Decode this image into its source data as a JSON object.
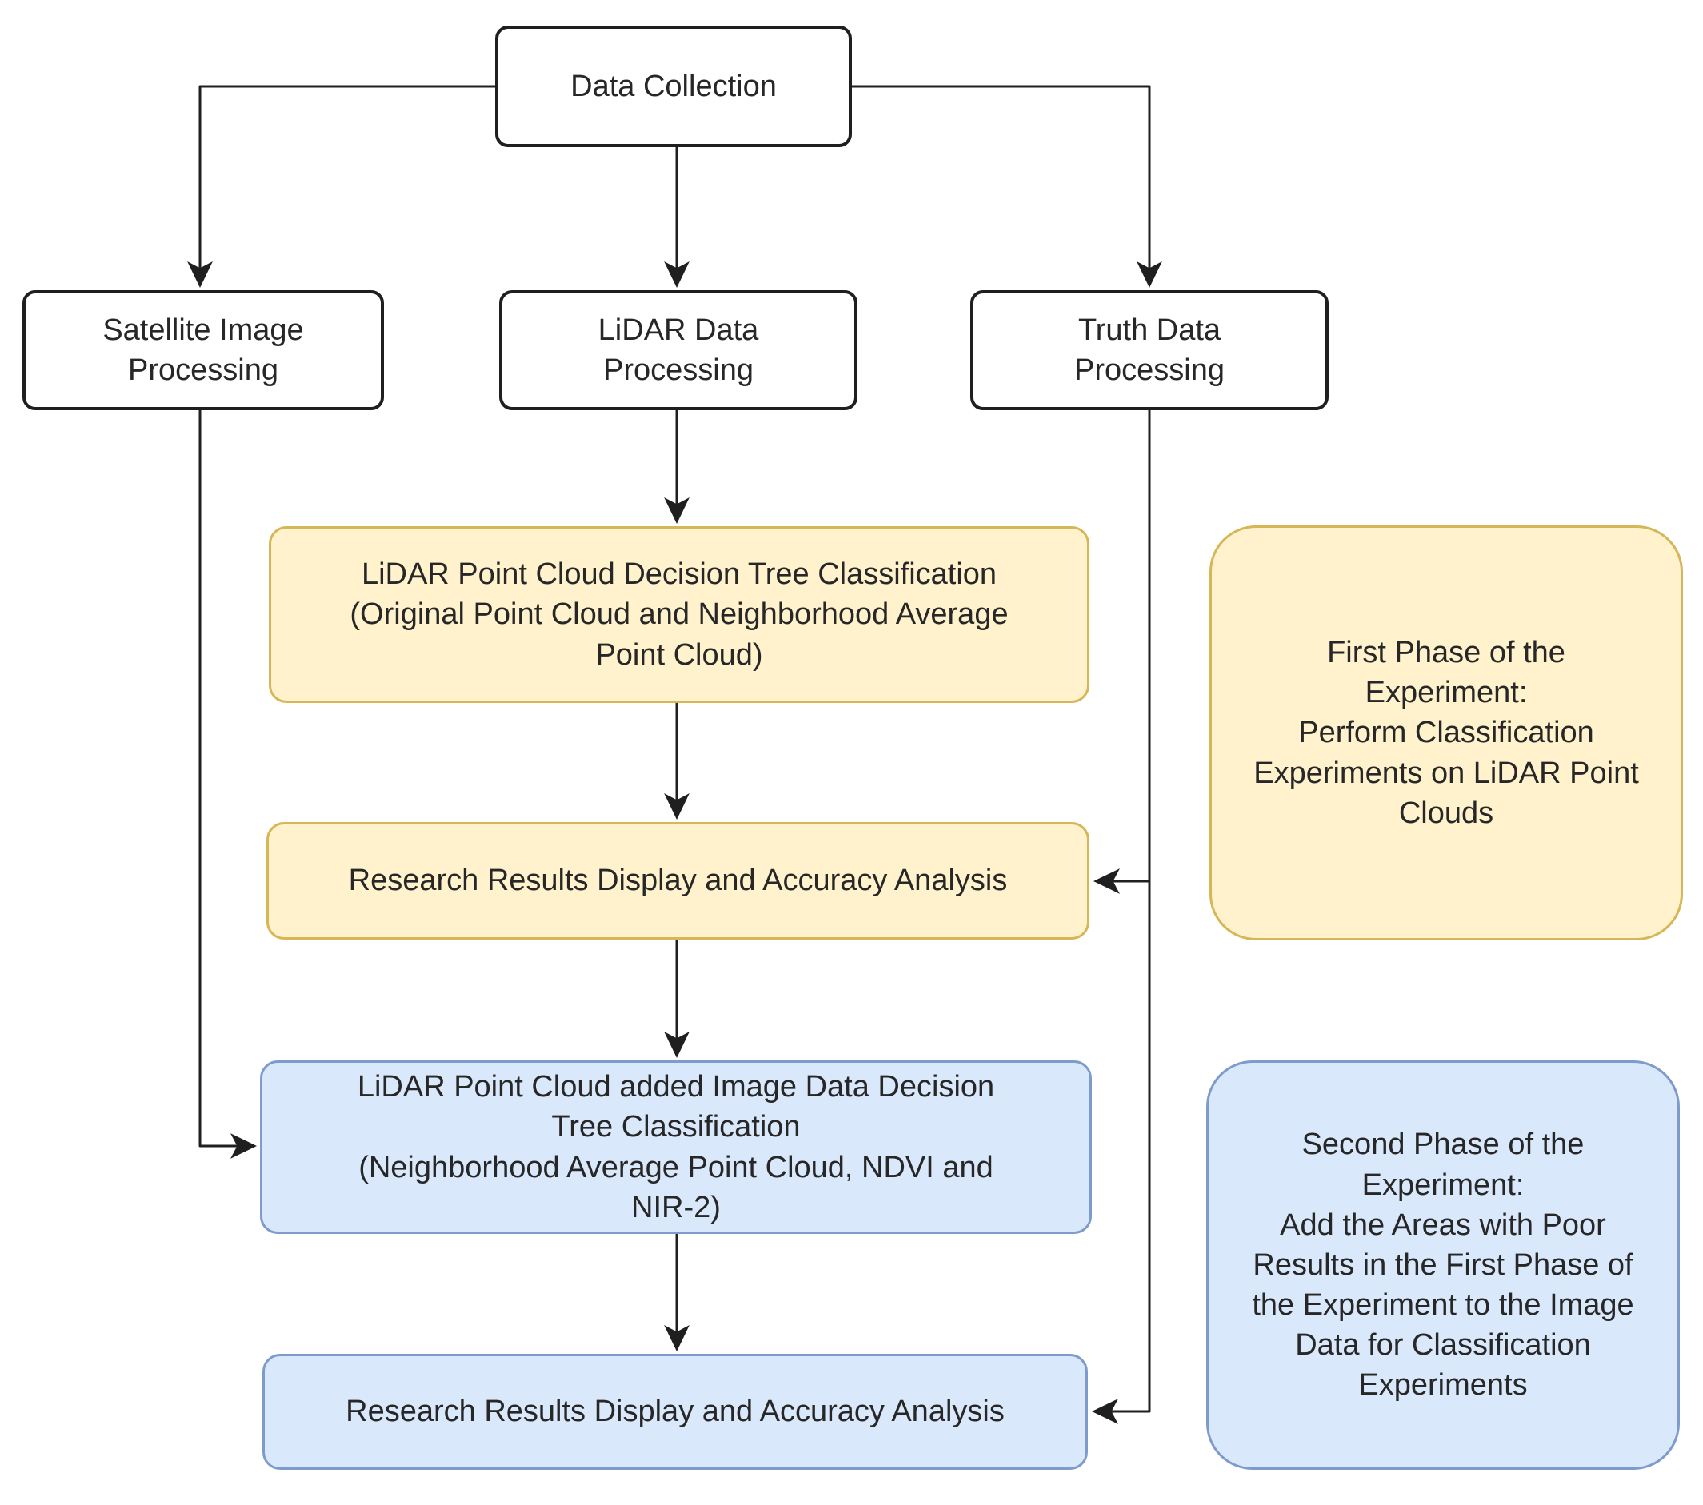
{
  "diagram_type": "flowchart",
  "colors": {
    "node_fill": "#FFFFFF",
    "node_border": "#1F1F1F",
    "phase1_fill": "#FFF2CC",
    "phase1_border": "#D6B656",
    "phase2_fill": "#DAE8FC",
    "phase2_border": "#7E9CCB",
    "connector": "#1F1F1F",
    "text": "#272727"
  },
  "nodes": {
    "data_collection": {
      "label": "Data Collection"
    },
    "satellite_image_processing": {
      "label": "Satellite Image\nProcessing"
    },
    "lidar_data_processing": {
      "label": "LiDAR Data\nProcessing"
    },
    "truth_data_processing": {
      "label": "Truth Data\nProcessing"
    },
    "lidar_classification": {
      "label": "LiDAR Point Cloud Decision Tree Classification\n(Original Point Cloud and Neighborhood Average\nPoint Cloud)"
    },
    "results_phase1": {
      "label": "Research Results Display and Accuracy Analysis"
    },
    "first_phase_note": {
      "label": "First Phase of the\nExperiment:\nPerform Classification\nExperiments on LiDAR Point\nClouds"
    },
    "lidar_image_classification": {
      "label": "LiDAR Point Cloud added Image Data Decision\nTree Classification\n(Neighborhood Average Point Cloud, NDVI and\nNIR-2)"
    },
    "results_phase2": {
      "label": "Research Results Display and Accuracy Analysis"
    },
    "second_phase_note": {
      "label": "Second Phase of the\nExperiment:\nAdd the Areas with Poor\nResults in the First Phase of\nthe Experiment to the Image\nData for Classification\nExperiments"
    }
  },
  "edges": [
    {
      "from": "data_collection",
      "to": "satellite_image_processing"
    },
    {
      "from": "data_collection",
      "to": "lidar_data_processing"
    },
    {
      "from": "data_collection",
      "to": "truth_data_processing"
    },
    {
      "from": "lidar_data_processing",
      "to": "lidar_classification"
    },
    {
      "from": "lidar_classification",
      "to": "results_phase1"
    },
    {
      "from": "truth_data_processing",
      "to": "results_phase1"
    },
    {
      "from": "results_phase1",
      "to": "lidar_image_classification"
    },
    {
      "from": "satellite_image_processing",
      "to": "lidar_image_classification"
    },
    {
      "from": "lidar_image_classification",
      "to": "results_phase2"
    },
    {
      "from": "truth_data_processing",
      "to": "results_phase2"
    }
  ]
}
